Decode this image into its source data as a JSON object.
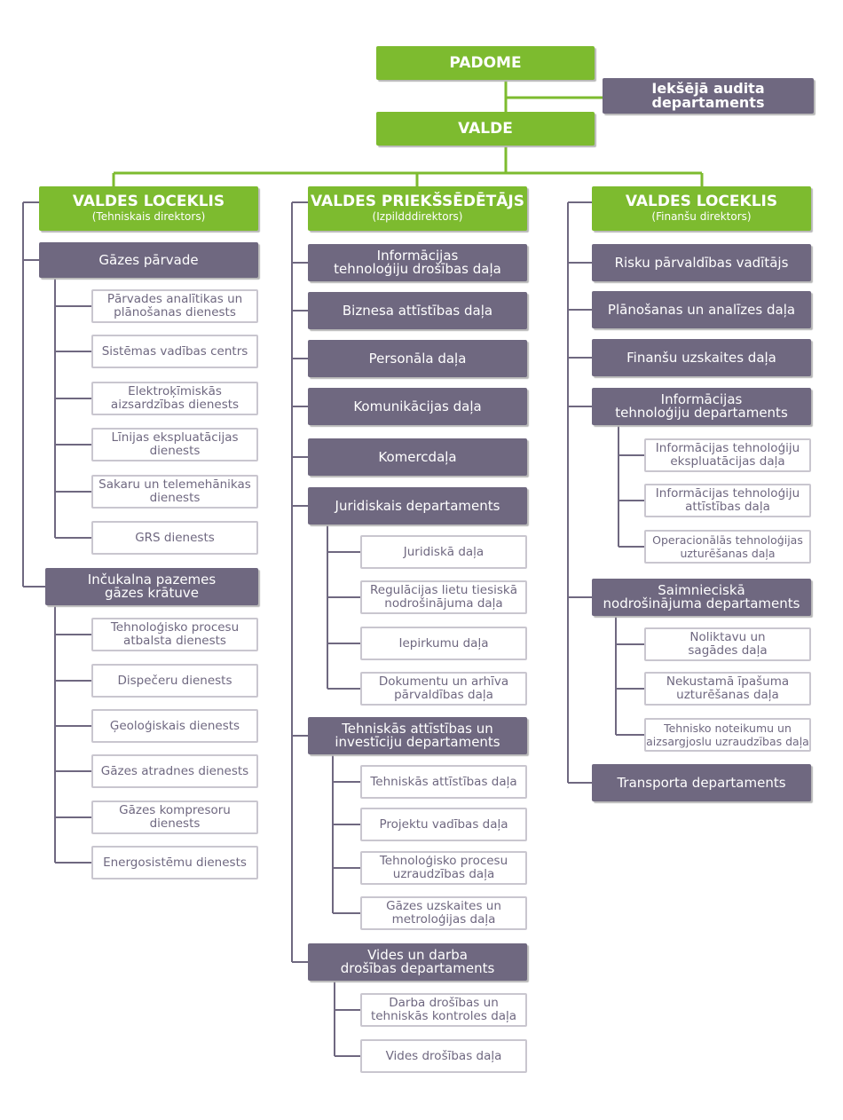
{
  "top": {
    "padome": "PADOME",
    "audit_line1": "Iekšējā audita",
    "audit_line2": "departaments",
    "valde": "VALDE"
  },
  "columns": [
    {
      "head_title": "VALDES LOCEKLIS",
      "head_sub": "(Tehniskais direktors)",
      "units": [
        {
          "lines": [
            "Gāzes pārvade"
          ],
          "children": [
            [
              "Pārvades analītikas un",
              "plānošanas dienests"
            ],
            [
              "Sistēmas vadības centrs"
            ],
            [
              "Elektroķīmiskās",
              "aizsardzības dienests"
            ],
            [
              "Līnijas ekspluatācijas",
              "dienests"
            ],
            [
              "Sakaru un telemehānikas",
              "dienests"
            ],
            [
              "GRS dienests"
            ]
          ]
        },
        {
          "lines": [
            "Inčukalna pazemes",
            "gāzes krātuve"
          ],
          "children": [
            [
              "Tehnoloģisko procesu",
              "atbalsta dienests"
            ],
            [
              "Dispečeru dienests"
            ],
            [
              "Ģeoloģiskais dienests"
            ],
            [
              "Gāzes atradnes dienests"
            ],
            [
              "Gāzes kompresoru",
              "dienests"
            ],
            [
              "Energosistēmu dienests"
            ]
          ]
        }
      ]
    },
    {
      "head_title": "VALDES PRIEKŠSĒDĒTĀJS",
      "head_sub": "(Izpildddirektors)",
      "units": [
        {
          "lines": [
            "Informācijas",
            "tehnoloģiju drošības daļa"
          ],
          "children": []
        },
        {
          "lines": [
            "Biznesa attīstības daļa"
          ],
          "children": []
        },
        {
          "lines": [
            "Personāla daļa"
          ],
          "children": []
        },
        {
          "lines": [
            "Komunikācijas daļa"
          ],
          "children": []
        },
        {
          "lines": [
            "Komercdaļa"
          ],
          "children": []
        },
        {
          "lines": [
            "Juridiskais departaments"
          ],
          "children": [
            [
              "Juridiskā daļa"
            ],
            [
              "Regulācijas lietu tiesiskā",
              "nodrošinājuma daļa"
            ],
            [
              "Iepirkumu daļa"
            ],
            [
              "Dokumentu un arhīva",
              "pārvaldības daļa"
            ]
          ]
        },
        {
          "lines": [
            "Tehniskās attīstības un",
            "investīciju departaments"
          ],
          "children": [
            [
              "Tehniskās attīstības daļa"
            ],
            [
              "Projektu vadības daļa"
            ],
            [
              "Tehnoloģisko procesu",
              "uzraudzības daļa"
            ],
            [
              "Gāzes uzskaites un",
              "metroloģijas daļa"
            ]
          ]
        },
        {
          "lines": [
            "Vides un darba",
            "drošības departaments"
          ],
          "children": [
            [
              "Darba drošības un",
              "tehniskās kontroles daļa"
            ],
            [
              "Vides drošības daļa"
            ]
          ]
        }
      ]
    },
    {
      "head_title": "VALDES LOCEKLIS",
      "head_sub": "(Finanšu direktors)",
      "units": [
        {
          "lines": [
            "Risku pārvaldības vadītājs"
          ],
          "children": []
        },
        {
          "lines": [
            "Plānošanas un analīzes daļa"
          ],
          "children": []
        },
        {
          "lines": [
            "Finanšu uzskaites daļa"
          ],
          "children": []
        },
        {
          "lines": [
            "Informācijas",
            "tehnoloģiju departaments"
          ],
          "children": [
            [
              "Informācijas tehnoloģiju",
              "ekspluatācijas daļa"
            ],
            [
              "Informācijas tehnoloģiju",
              "attīstības daļa"
            ],
            [
              "Operacionālās tehnoloģijas",
              "uzturēšanas daļa"
            ]
          ]
        },
        {
          "lines": [
            "Saimnieciskā",
            "nodrošinājuma departaments"
          ],
          "children": [
            [
              "Noliktavu un",
              "sagādes daļa"
            ],
            [
              "Nekustamā īpašuma",
              "uzturēšanas daļa"
            ],
            [
              "Tehnisko noteikumu un",
              "aizsargjoslu uzraudzības daļa"
            ]
          ]
        },
        {
          "lines": [
            "Transporta departaments"
          ],
          "children": []
        }
      ]
    }
  ],
  "colors": {
    "green": "#7dbb2f",
    "purple": "#6f6880",
    "line_gray": "#6f6880",
    "white_border": "#c9c6cf"
  }
}
